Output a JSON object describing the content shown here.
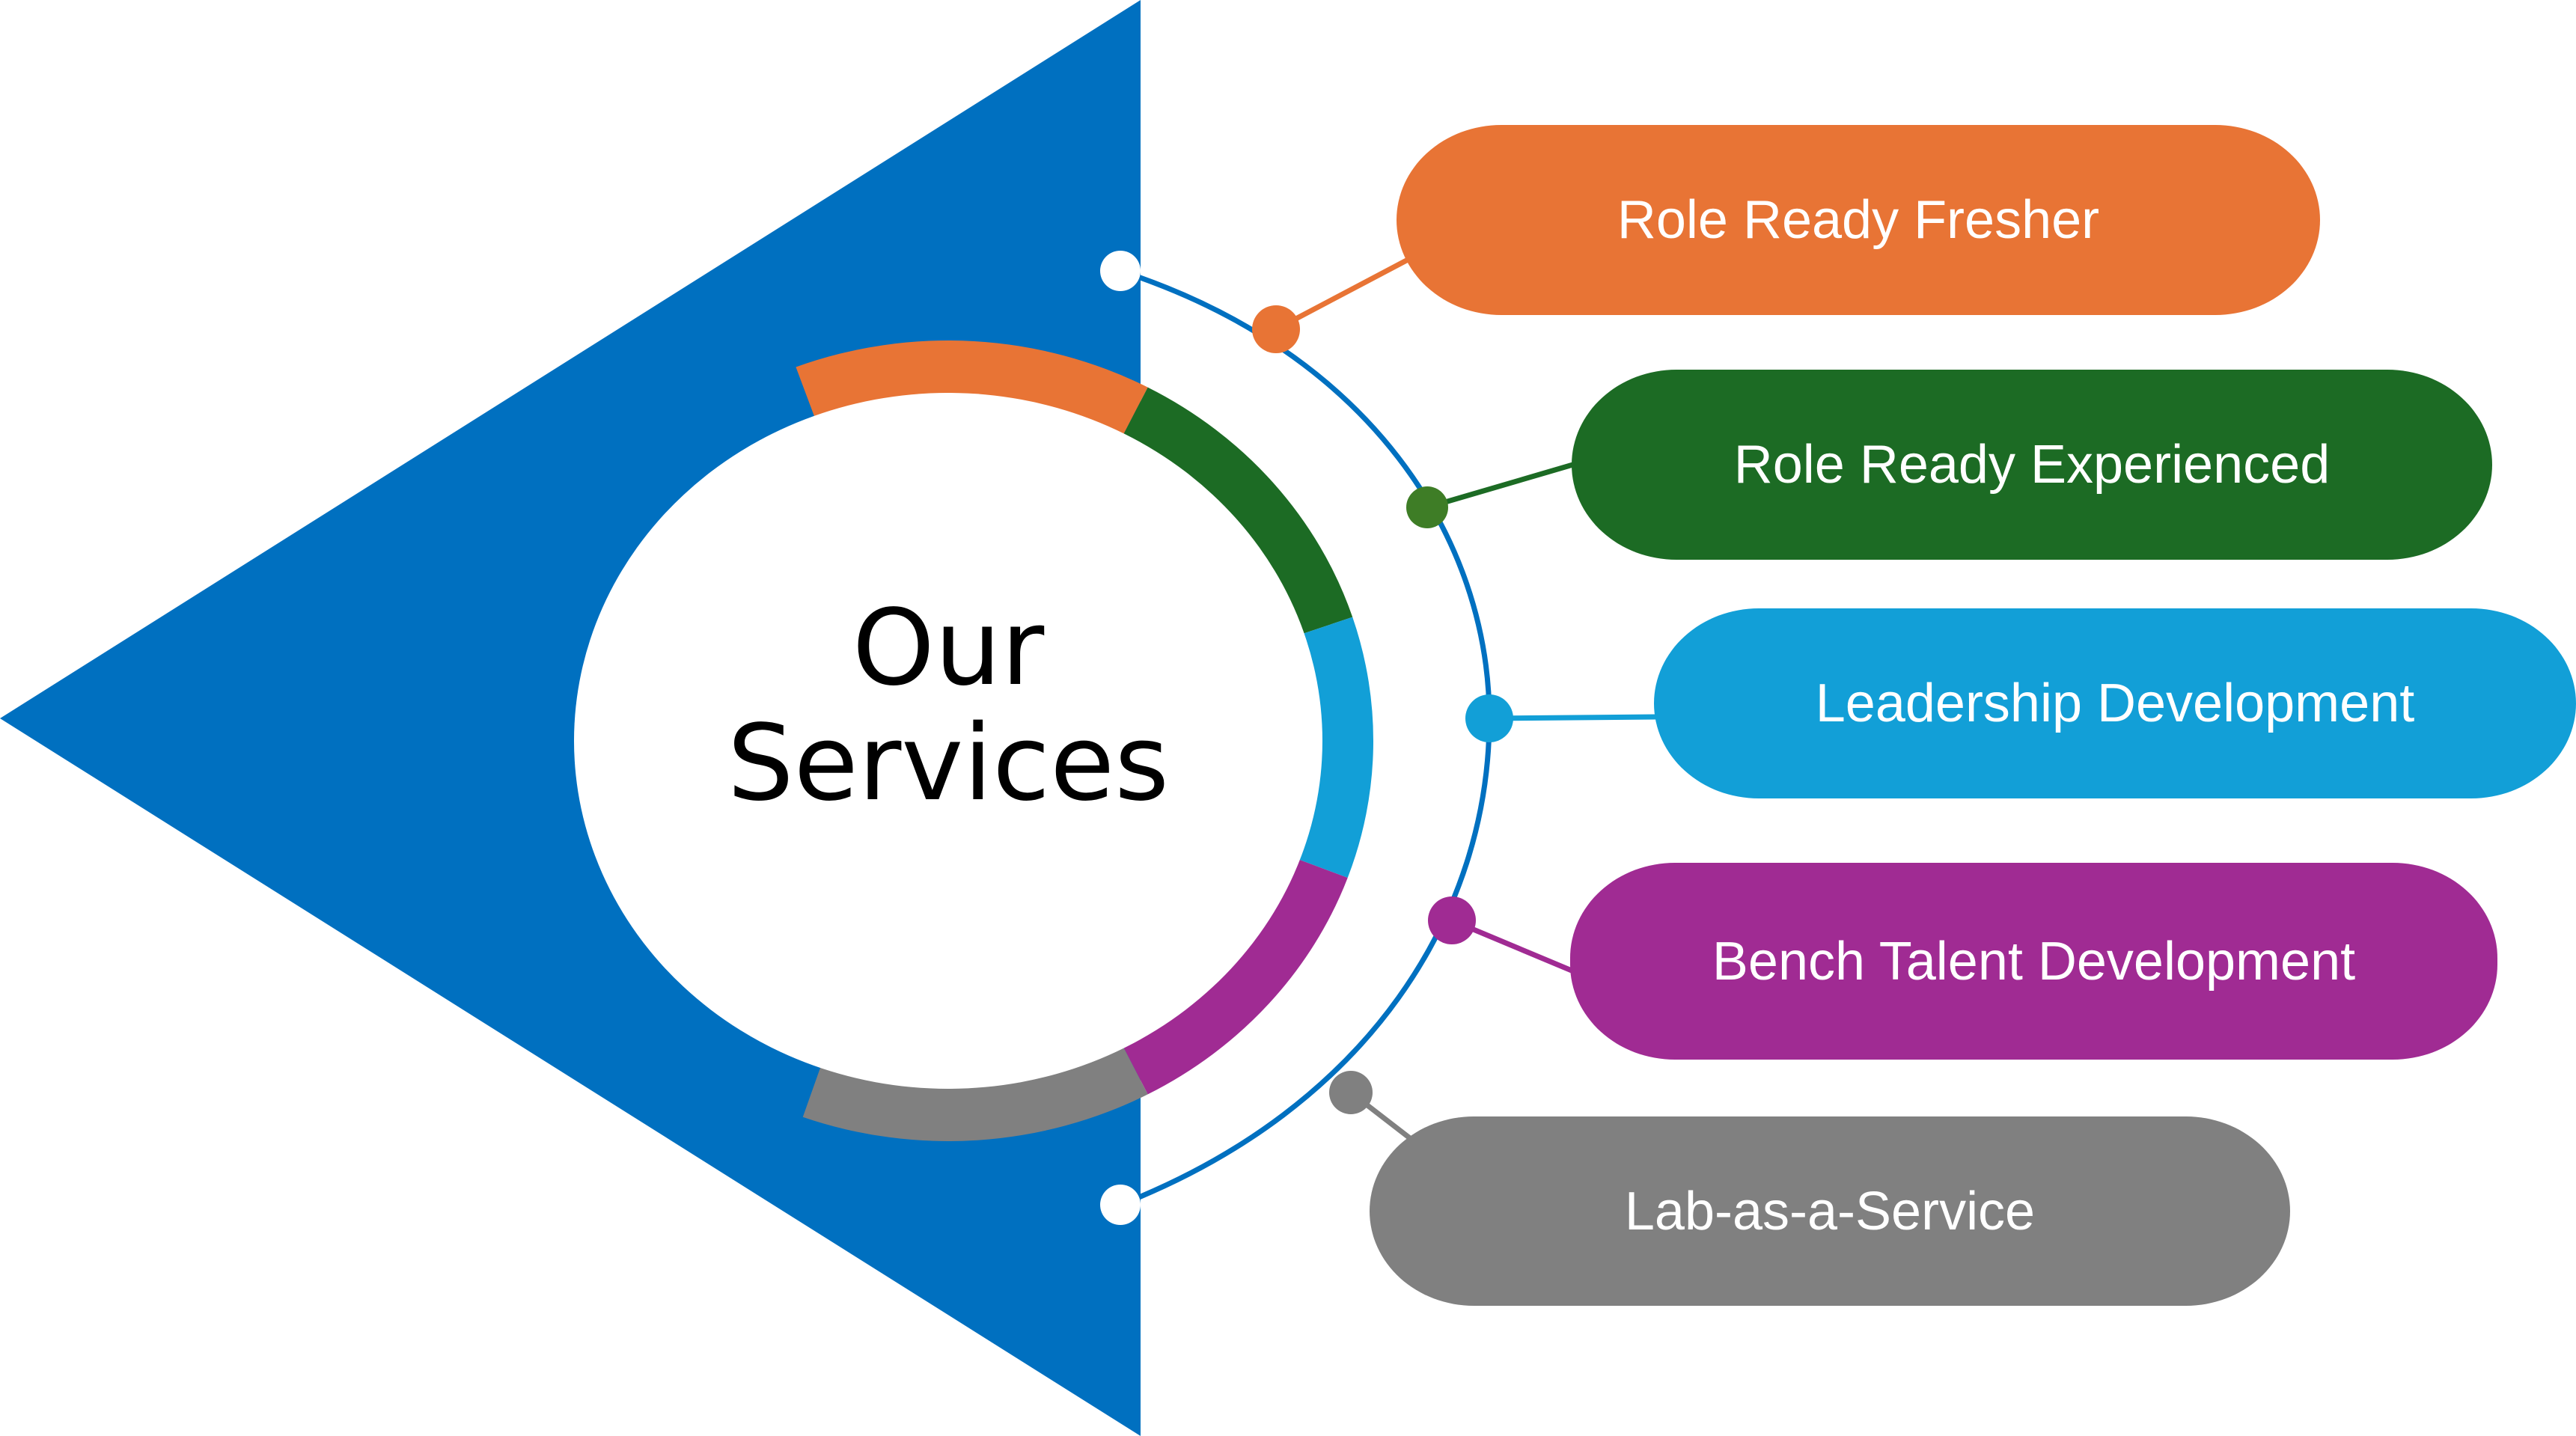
{
  "title_line1": "Our",
  "title_line2": "Services",
  "colors": {
    "triangle": "#0070C0",
    "center": "#FFFFFF",
    "arc_line": "#0070C0",
    "text_center": "#000000"
  },
  "services": [
    {
      "label": "Role Ready Fresher",
      "color": "#E87435",
      "dot": "#E87435"
    },
    {
      "label": "Role Ready Experienced",
      "color": "#1C6B24",
      "dot": "#3E7D26"
    },
    {
      "label": "Leadership Development",
      "color": "#129FD7",
      "dot": "#129FD7"
    },
    {
      "label": "Bench Talent Development",
      "color": "#A02B93",
      "dot": "#A02B93"
    },
    {
      "label": "Lab-as-a-Service",
      "color": "#808080",
      "dot": "#808080"
    }
  ]
}
